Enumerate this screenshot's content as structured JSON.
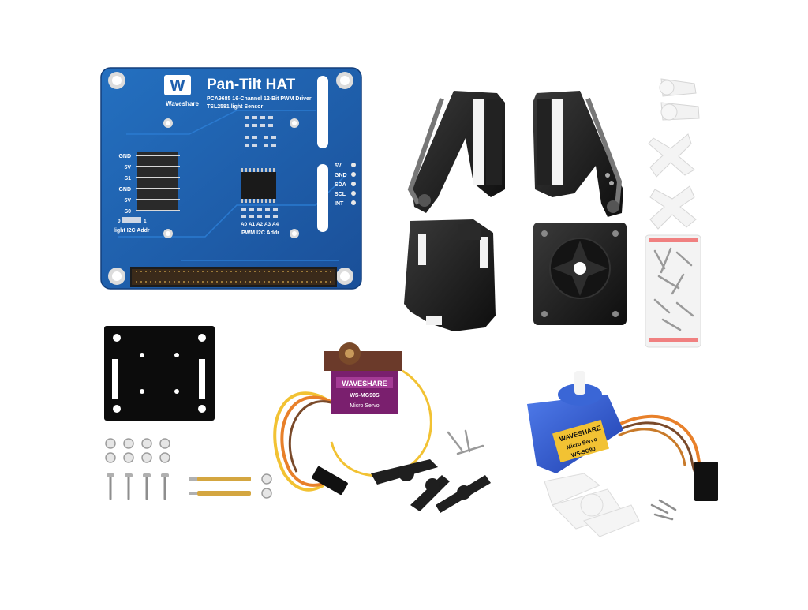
{
  "hat": {
    "logo_text": "W",
    "brand": "Waveshare",
    "title": "Pan-Tilt HAT",
    "subtitle_line1": "PCA9685 16-Channel 12-Bit PWM Driver",
    "subtitle_line2": "TSL2581 light Sensor",
    "left_pins": [
      "GND",
      "5V",
      "S1",
      "GND",
      "5V",
      "S0"
    ],
    "right_pins": [
      "5V",
      "GND",
      "SDA",
      "SCL",
      "INT"
    ],
    "light_addr_label": "light I2C Addr",
    "light_addr_bits": [
      "0",
      "1"
    ],
    "pwm_addr_bits": [
      "A0",
      "A1",
      "A2",
      "A3",
      "A4"
    ],
    "pwm_addr_label": "PWM I2C Addr"
  },
  "servo_mg90s": {
    "brand": "WAVESHARE",
    "model": "WS-MG90S",
    "type": "Micro Servo"
  },
  "servo_sg90": {
    "brand": "WAVESHARE",
    "type": "Micro Servo",
    "model": "WS-SG90"
  },
  "colors": {
    "pcb_blue": "#1e5fae",
    "pcb_dark": "#16468a",
    "servo_purple": "#7a1f6e",
    "servo_blue": "#2450c8",
    "wire_orange": "#e8802a",
    "wire_yellow": "#f2c233",
    "bracket_black": "#1a1a1a"
  }
}
